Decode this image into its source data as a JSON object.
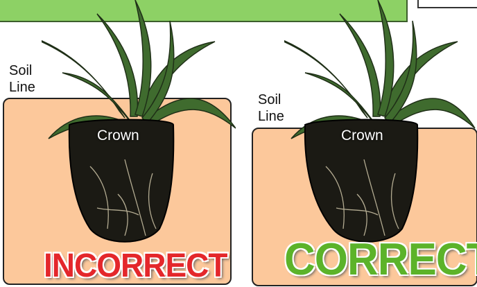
{
  "left_panel": {
    "soil_line_label": "Soil\nLine",
    "crown_label": "Crown",
    "verdict": "INCORRECT"
  },
  "right_panel": {
    "soil_line_label": "Soil\nLine",
    "crown_label": "Crown",
    "verdict": "CORRECT"
  },
  "colors": {
    "soil": "#fcc89b",
    "banner": "#8dd165",
    "incorrect": "#e4272b",
    "correct": "#5cb32a",
    "root_ball": "#1b1a14",
    "leaf": "#3f6b2e"
  }
}
